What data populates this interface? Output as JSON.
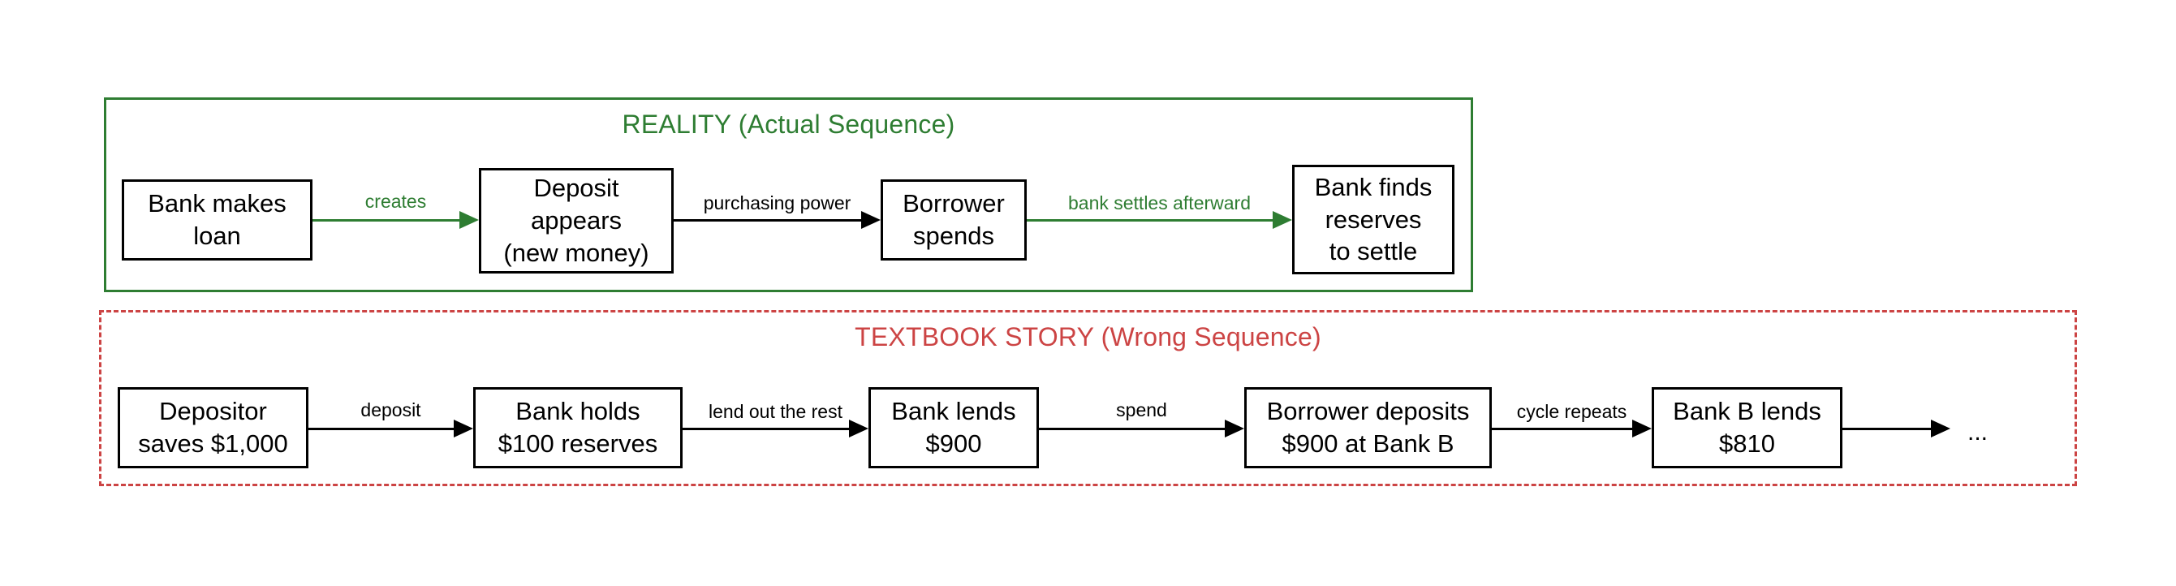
{
  "diagram": {
    "title_reality": "REALITY (Actual Sequence)",
    "title_textbook": "TEXTBOOK STORY (Wrong Sequence)",
    "colors": {
      "reality_accent": "#2e7d32",
      "textbook_accent": "#cc4444",
      "node_border": "#000000",
      "background": "#ffffff"
    },
    "reality": {
      "nodes": [
        {
          "line1": "Bank makes",
          "line2": "loan",
          "line3": ""
        },
        {
          "line1": "Deposit",
          "line2": "appears",
          "line3": "(new money)"
        },
        {
          "line1": "Borrower",
          "line2": "spends",
          "line3": ""
        },
        {
          "line1": "Bank finds",
          "line2": "reserves",
          "line3": "to settle"
        }
      ],
      "edges": [
        {
          "line1": "creates",
          "line2": "",
          "color": "green"
        },
        {
          "line1": "purchasing",
          "line2": "power",
          "color": "black"
        },
        {
          "line1": "bank settles",
          "line2": "afterward",
          "color": "green"
        }
      ]
    },
    "textbook": {
      "nodes": [
        {
          "line1": "Depositor",
          "line2": "saves $1,000",
          "line3": ""
        },
        {
          "line1": "Bank holds",
          "line2": "$100 reserves",
          "line3": ""
        },
        {
          "line1": "Bank lends",
          "line2": "$900",
          "line3": ""
        },
        {
          "line1": "Borrower deposits",
          "line2": "$900 at Bank B",
          "line3": ""
        },
        {
          "line1": "Bank B lends",
          "line2": "$810",
          "line3": ""
        }
      ],
      "edges": [
        {
          "line1": "deposit",
          "line2": "",
          "color": "black"
        },
        {
          "line1": "lend out",
          "line2": "the rest",
          "color": "black"
        },
        {
          "line1": "spend",
          "line2": "",
          "color": "black"
        },
        {
          "line1": "cycle",
          "line2": "repeats",
          "color": "black"
        },
        {
          "line1": "",
          "line2": "",
          "color": "black"
        }
      ],
      "continuation": "..."
    }
  }
}
